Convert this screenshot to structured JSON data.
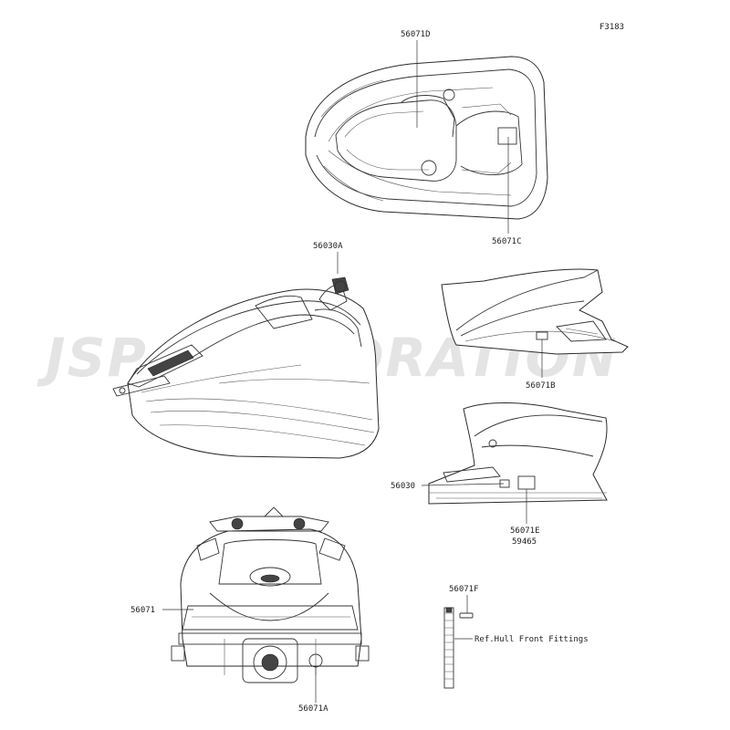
{
  "figure_code": "F3183",
  "watermark": "JSP CORPORATION",
  "parts": {
    "p56071D": "56071D",
    "p56071C": "56071C",
    "p56030A": "56030A",
    "p56071B": "56071B",
    "p56030": "56030",
    "p56071E": "56071E",
    "p59465": "59465",
    "p56071": "56071",
    "p56071A": "56071A",
    "p56071F": "56071F"
  },
  "reference_note": "Ref.Hull Front Fittings"
}
